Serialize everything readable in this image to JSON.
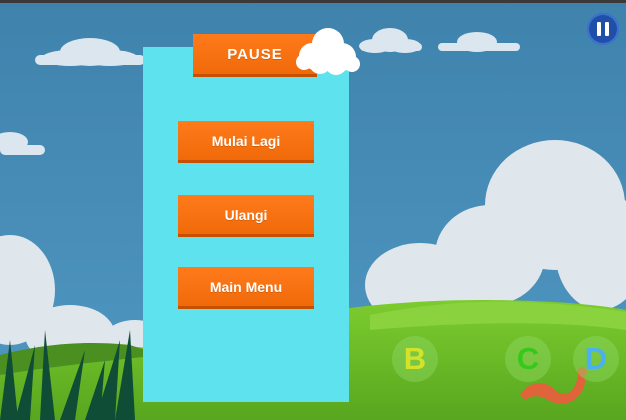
{
  "pause_menu": {
    "title": "PAUSE",
    "buttons": {
      "restart": "Mulai Lagi",
      "retry": "Ulangi",
      "main_menu": "Main Menu"
    }
  },
  "answer_options": {
    "b": "B",
    "c": "C",
    "d": "D"
  },
  "icons": [
    "pause-icon",
    "cloud-icon",
    "grass-icon",
    "worm-icon"
  ],
  "colors": {
    "sky": "#3f8ab7",
    "panel": "#5ee3ee",
    "button": "#f06a0a",
    "grass": "#67b52a",
    "pause_circle": "#1f4fa8"
  }
}
